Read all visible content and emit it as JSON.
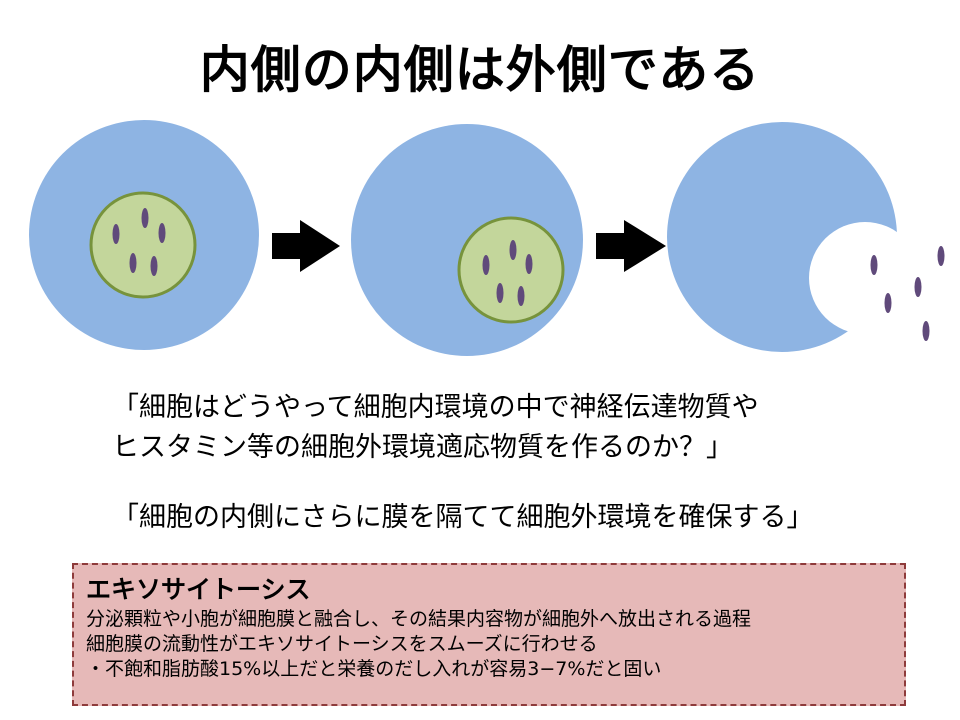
{
  "title": "内側の内側は外側である",
  "question1": {
    "line1": "「細胞はどうやって細胞内環境の中で神経伝達物質や",
    "line2": "ヒスタミン等の細胞外環境適応物質を作るのか？」"
  },
  "question2": "「細胞の内側にさらに膜を隔てて細胞外環境を確保する」",
  "definition": {
    "title": "エキソサイトーシス",
    "lines": [
      "分泌顆粒や小胞が細胞膜と融合し、その結果内容物が細胞外へ放出される過程",
      "細胞膜の流動性がエキソサイトーシスをスムーズに行わせる",
      "・不飽和脂肪酸15%以上だと栄養のだし入れが容易3−7%だと固い"
    ]
  },
  "colors": {
    "cell": "#8eb4e3",
    "vesicle_fill": "#c3d69b",
    "vesicle_border": "#77933c",
    "granule": "#604a7b",
    "arrow": "#000000",
    "box_fill": "#e6b9b8",
    "box_border": "#8e3b3b"
  }
}
